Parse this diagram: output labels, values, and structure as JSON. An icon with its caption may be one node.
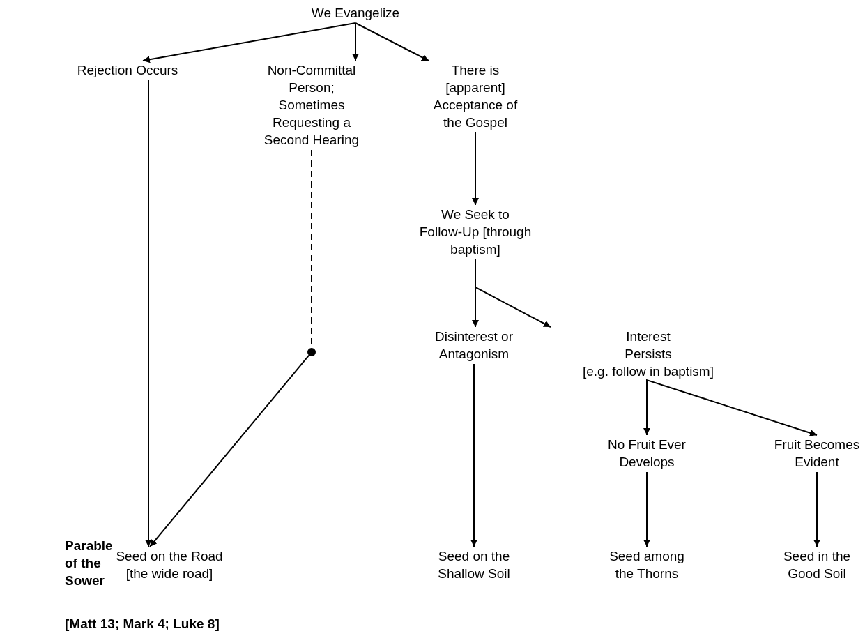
{
  "diagram": {
    "nodes": [
      {
        "text": [
          "We Evangelize"
        ]
      },
      {
        "text": [
          "Rejection Occurs"
        ]
      },
      {
        "text": [
          "Non-Committal Person; Sometimes Requesting a Second Hearing"
        ]
      },
      {
        "text": [
          "There is [apparent] Acceptance of the Gospel"
        ]
      },
      {
        "text": [
          "We Seek to Follow-Up [through baptism]"
        ]
      },
      {
        "text": [
          "Disinterest or Antagonism"
        ]
      },
      {
        "text": [
          "Interest Persists",
          "[e.g. follow in baptism]"
        ]
      },
      {
        "text": [
          "No Fruit Ever Develops"
        ]
      },
      {
        "text": [
          "Fruit Becomes Evident"
        ]
      },
      {
        "text": [],
        "shape": "circle"
      },
      {
        "text": [
          "Seed on the Road [the wide road]"
        ]
      },
      {
        "text": [
          "Seed on the Shallow Soil"
        ]
      },
      {
        "text": [
          "Seed among the Thorns"
        ]
      },
      {
        "text": [
          "Seed in the Good Soil"
        ]
      }
    ],
    "edges": [
      {
        "from": 0,
        "to": 1,
        "arrow": "to"
      },
      {
        "from": 0,
        "to": 2,
        "arrow": "to"
      },
      {
        "from": 0,
        "to": 3,
        "arrow": "to"
      },
      {
        "from": 3,
        "to": 4,
        "arrow": "to"
      },
      {
        "from": 4,
        "to": 5,
        "arrow": "to"
      },
      {
        "from": 4,
        "to": 6,
        "arrow": "to"
      },
      {
        "from": 6,
        "to": 7,
        "arrow": "to"
      },
      {
        "from": 6,
        "to": 8,
        "arrow": "to"
      },
      {
        "from": 1,
        "to": 10,
        "arrow": "to"
      },
      {
        "from": 2,
        "to": 9,
        "arrow": "none",
        "style": "dashed"
      },
      {
        "from": 9,
        "to": 10,
        "arrow": "to"
      },
      {
        "from": 5,
        "to": 11,
        "arrow": "to"
      },
      {
        "from": 7,
        "to": 12,
        "arrow": "to"
      },
      {
        "from": 8,
        "to": 13,
        "arrow": "to"
      }
    ],
    "labels": [
      "Parable of the Sower",
      "[Matt 13; Mark 4; Luke 8]"
    ]
  }
}
